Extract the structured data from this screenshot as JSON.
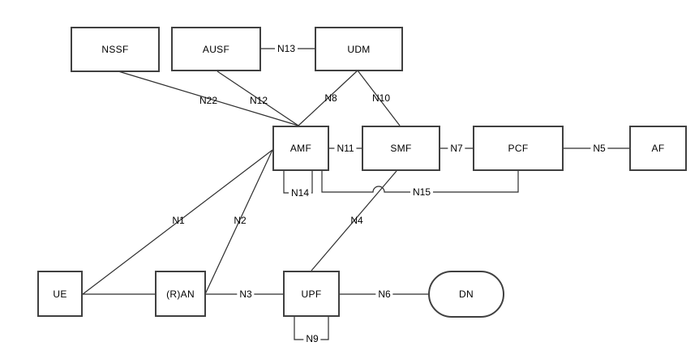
{
  "diagram": {
    "type": "network-architecture-diagram",
    "background": "#ffffff",
    "colors": {
      "line": "#2e2e2e",
      "box_border": "#404040",
      "box_fill": "#ffffff",
      "text": "#000000"
    },
    "nodes": {
      "nssf": {
        "label": "NSSF",
        "shape": "rect"
      },
      "ausf": {
        "label": "AUSF",
        "shape": "rect"
      },
      "udm": {
        "label": "UDM",
        "shape": "rect"
      },
      "amf": {
        "label": "AMF",
        "shape": "rect"
      },
      "smf": {
        "label": "SMF",
        "shape": "rect"
      },
      "pcf": {
        "label": "PCF",
        "shape": "rect"
      },
      "af": {
        "label": "AF",
        "shape": "rect"
      },
      "ue": {
        "label": "UE",
        "shape": "rect"
      },
      "ran": {
        "label": "(R)AN",
        "shape": "rect"
      },
      "upf": {
        "label": "UPF",
        "shape": "rect"
      },
      "dn": {
        "label": "DN",
        "shape": "stadium"
      }
    },
    "edges": {
      "n1": {
        "label": "N1",
        "from": "amf",
        "to": "ue"
      },
      "n2": {
        "label": "N2",
        "from": "amf",
        "to": "ran"
      },
      "n3": {
        "label": "N3",
        "from": "ran",
        "to": "upf"
      },
      "n4": {
        "label": "N4",
        "from": "smf",
        "to": "upf"
      },
      "n5": {
        "label": "N5",
        "from": "pcf",
        "to": "af"
      },
      "n6": {
        "label": "N6",
        "from": "upf",
        "to": "dn"
      },
      "n7": {
        "label": "N7",
        "from": "smf",
        "to": "pcf"
      },
      "n8": {
        "label": "N8",
        "from": "udm",
        "to": "amf"
      },
      "n9": {
        "label": "N9",
        "from": "upf",
        "to": "upf"
      },
      "n10": {
        "label": "N10",
        "from": "udm",
        "to": "smf"
      },
      "n11": {
        "label": "N11",
        "from": "amf",
        "to": "smf"
      },
      "n12": {
        "label": "N12",
        "from": "ausf",
        "to": "amf"
      },
      "n13": {
        "label": "N13",
        "from": "ausf",
        "to": "udm"
      },
      "n14": {
        "label": "N14",
        "from": "amf",
        "to": "amf"
      },
      "n15": {
        "label": "N15",
        "from": "amf",
        "to": "pcf"
      },
      "n22": {
        "label": "N22",
        "from": "nssf",
        "to": "amf"
      },
      "ue_ran": {
        "label": "",
        "from": "ue",
        "to": "ran"
      }
    }
  }
}
